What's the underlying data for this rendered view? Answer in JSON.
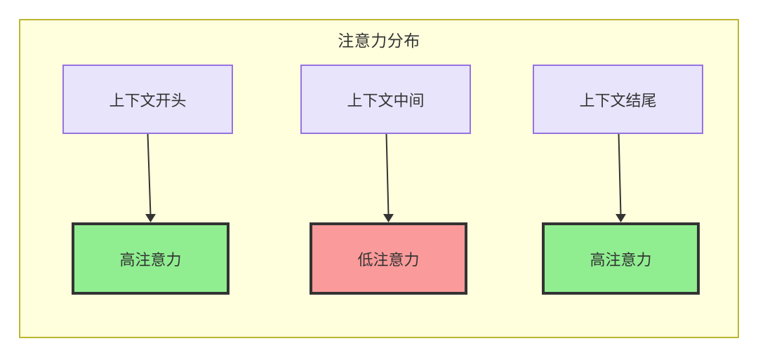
{
  "diagram": {
    "type": "flowchart",
    "direction": "top-to-bottom",
    "background_color": "#ffffff",
    "subgraph": {
      "title": "注意力分布",
      "fill_color": "#ffffdd",
      "border_color": "#bbb630"
    },
    "columns": [
      {
        "id": "col-0",
        "source": {
          "label": "上下文开头",
          "fill_color": "#e8e4fb",
          "border_color": "#9673e0"
        },
        "target": {
          "label": "高注意力",
          "fill_color": "#90ee90",
          "border_color": "#333333"
        },
        "edge": {
          "label": "",
          "arrow": "arrow-down-icon"
        }
      },
      {
        "id": "col-1",
        "source": {
          "label": "上下文中间",
          "fill_color": "#e8e4fb",
          "border_color": "#9673e0"
        },
        "target": {
          "label": "低注意力",
          "fill_color": "#fb9a9a",
          "border_color": "#333333"
        },
        "edge": {
          "label": "",
          "arrow": "arrow-down-icon"
        }
      },
      {
        "id": "col-2",
        "source": {
          "label": "上下文结尾",
          "fill_color": "#e8e4fb",
          "border_color": "#9673e0"
        },
        "target": {
          "label": "高注意力",
          "fill_color": "#90ee90",
          "border_color": "#333333"
        },
        "edge": {
          "label": "",
          "arrow": "arrow-down-icon"
        }
      }
    ]
  }
}
